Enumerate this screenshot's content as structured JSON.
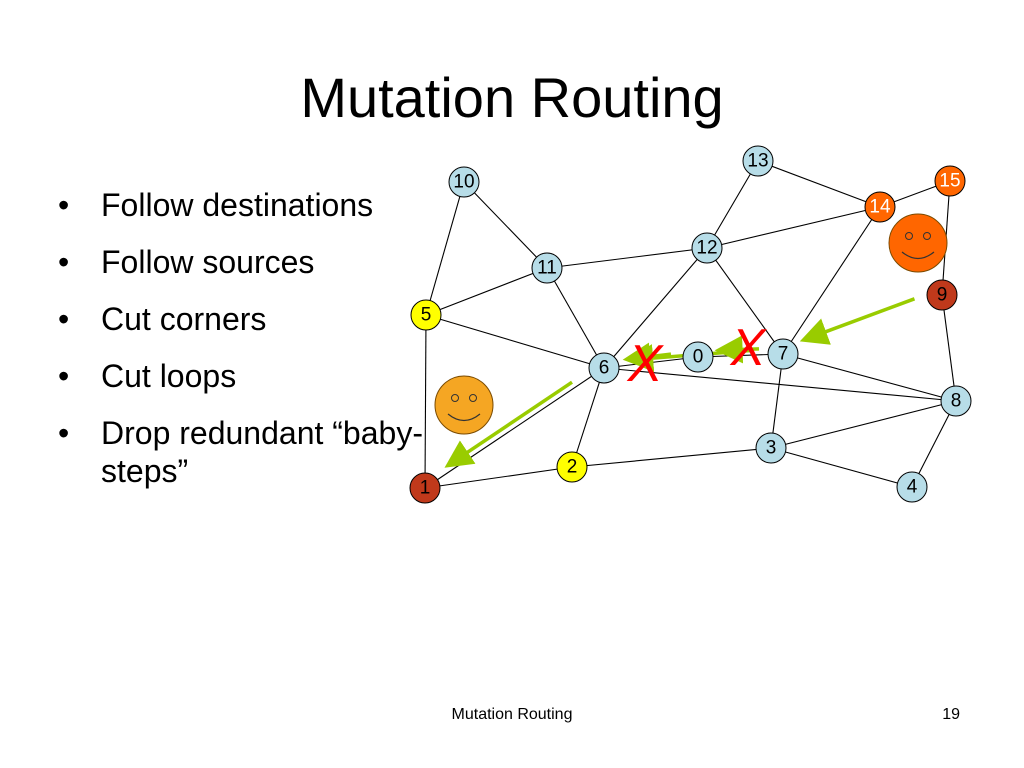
{
  "slide": {
    "title": "Mutation Routing",
    "bullets": [
      "Follow destinations",
      "Follow sources",
      "Cut corners",
      "Cut loops",
      "Drop redundant “baby-steps”"
    ],
    "bullet_marker": "•",
    "footer": "Mutation Routing",
    "page_number": "19"
  },
  "diagram": {
    "node_colors": {
      "default": "#b7dde8",
      "yellow": "#ffff00",
      "dark-red": "#c0391b",
      "orange": "#ff6600",
      "smiley": "#f5a623"
    },
    "nodes": [
      {
        "id": "10",
        "label": "10",
        "color": "default"
      },
      {
        "id": "13",
        "label": "13",
        "color": "default"
      },
      {
        "id": "15",
        "label": "15",
        "color": "orange"
      },
      {
        "id": "14",
        "label": "14",
        "color": "orange"
      },
      {
        "id": "12",
        "label": "12",
        "color": "default"
      },
      {
        "id": "11",
        "label": "11",
        "color": "default"
      },
      {
        "id": "9",
        "label": "9",
        "color": "dark-red"
      },
      {
        "id": "5",
        "label": "5",
        "color": "yellow"
      },
      {
        "id": "7",
        "label": "7",
        "color": "default"
      },
      {
        "id": "0",
        "label": "0",
        "color": "default"
      },
      {
        "id": "6",
        "label": "6",
        "color": "default"
      },
      {
        "id": "8",
        "label": "8",
        "color": "default"
      },
      {
        "id": "3",
        "label": "3",
        "color": "default"
      },
      {
        "id": "2",
        "label": "2",
        "color": "yellow"
      },
      {
        "id": "1",
        "label": "1",
        "color": "dark-red"
      },
      {
        "id": "4",
        "label": "4",
        "color": "default"
      }
    ],
    "edges": [
      [
        "10",
        "5"
      ],
      [
        "10",
        "11"
      ],
      [
        "11",
        "5"
      ],
      [
        "11",
        "12"
      ],
      [
        "11",
        "6"
      ],
      [
        "12",
        "13"
      ],
      [
        "12",
        "14"
      ],
      [
        "12",
        "6"
      ],
      [
        "12",
        "7"
      ],
      [
        "13",
        "14"
      ],
      [
        "14",
        "15"
      ],
      [
        "14",
        "7"
      ],
      [
        "15",
        "9"
      ],
      [
        "9",
        "8"
      ],
      [
        "5",
        "6"
      ],
      [
        "5",
        "1"
      ],
      [
        "6",
        "0"
      ],
      [
        "0",
        "7"
      ],
      [
        "6",
        "8"
      ],
      [
        "6",
        "2"
      ],
      [
        "6",
        "1"
      ],
      [
        "7",
        "3"
      ],
      [
        "7",
        "8"
      ],
      [
        "3",
        "8"
      ],
      [
        "3",
        "2"
      ],
      [
        "3",
        "4"
      ],
      [
        "8",
        "4"
      ],
      [
        "2",
        "1"
      ]
    ],
    "arrows": [
      {
        "from_node": "9",
        "to_node": "7",
        "color": "#99cc00"
      },
      {
        "from_node": "7",
        "to_node": "6",
        "color": "#99cc00"
      },
      {
        "from_node": "6",
        "to_node": "1",
        "color": "#99cc00"
      },
      {
        "from_node": "0",
        "to_node": "6",
        "color": "#99cc00",
        "crossed": true
      },
      {
        "from_node": "7",
        "to_node": "0",
        "color": "#99cc00",
        "crossed": true
      }
    ],
    "cross_mark": "X",
    "smileys": [
      {
        "near": "14"
      },
      {
        "near": "1"
      }
    ]
  }
}
